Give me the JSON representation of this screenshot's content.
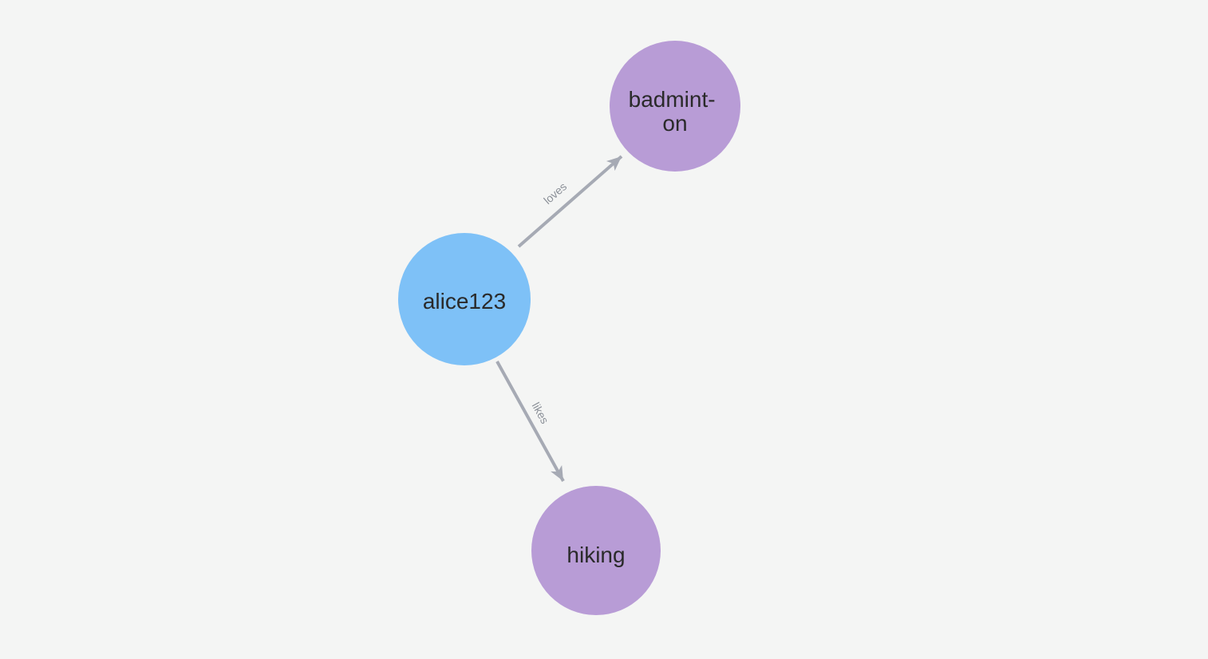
{
  "canvas": {
    "background_color": "#f4f5f4"
  },
  "graph": {
    "nodes": [
      {
        "id": "alice123",
        "label": "alice123",
        "color": "#7ec1f7",
        "text_color": "#2a2a2a"
      },
      {
        "id": "badminton",
        "label": "badminton",
        "label_lines": [
          "badmint-",
          "on"
        ],
        "color": "#b89cd6",
        "text_color": "#2a2a2a"
      },
      {
        "id": "hiking",
        "label": "hiking",
        "color": "#b89cd6",
        "text_color": "#2a2a2a"
      }
    ],
    "edges": [
      {
        "from": "alice123",
        "to": "badminton",
        "label": "loves",
        "color": "#a6aab4",
        "label_color": "#8b9098"
      },
      {
        "from": "alice123",
        "to": "hiking",
        "label": "likes",
        "color": "#a6aab4",
        "label_color": "#8b9098"
      }
    ]
  }
}
